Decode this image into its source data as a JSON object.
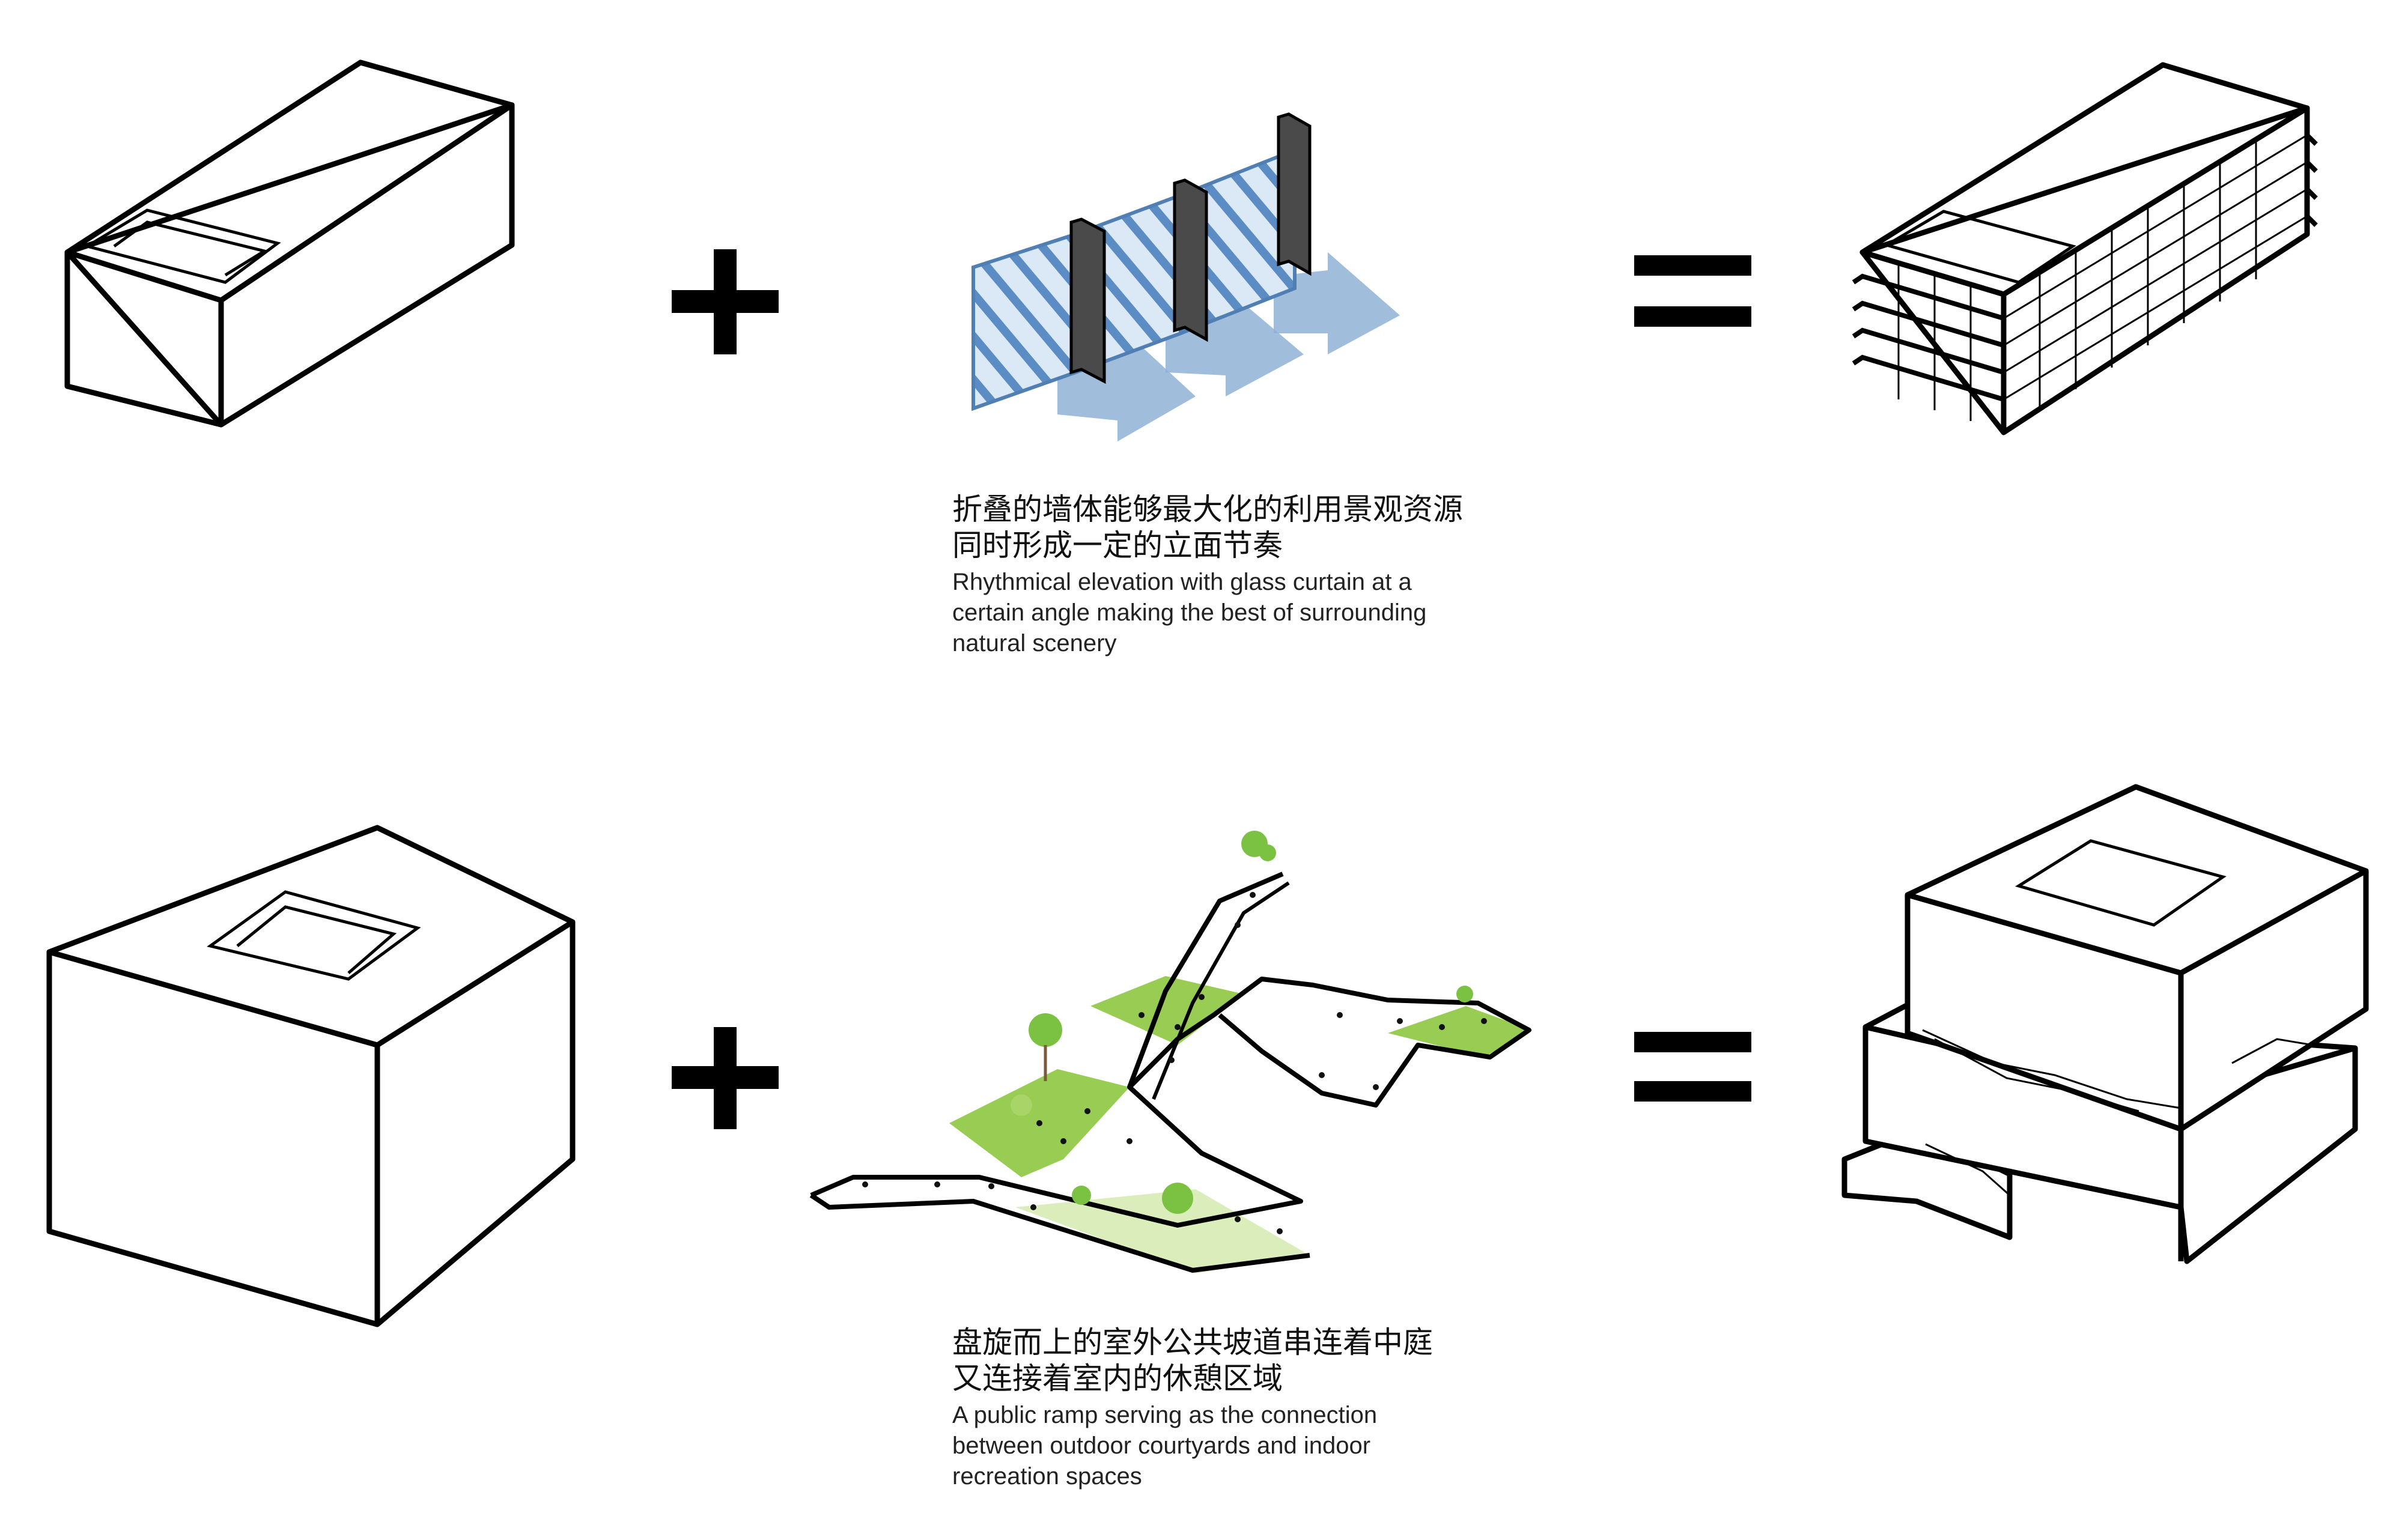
{
  "rows": [
    {
      "caption_cn_line1": "折叠的墙体能够最大化的利用景观资源",
      "caption_cn_line2": "同时形成一定的立面节奏",
      "caption_en_line1": "Rhythmical elevation with glass curtain at a",
      "caption_en_line2": "certain angle making the best of surrounding",
      "caption_en_line3": "natural scenery"
    },
    {
      "caption_cn_line1": "盘旋而上的室外公共坡道串连着中庭",
      "caption_cn_line2": "又连接着室内的休憩区域",
      "caption_en_line1": "A public ramp serving as the connection",
      "caption_en_line2": "between outdoor courtyards and indoor",
      "caption_en_line3": "recreation spaces"
    }
  ],
  "colors": {
    "line": "#000000",
    "glass_fill": "#c9dcef",
    "glass_stroke": "#4f7fb3",
    "arrow": "#8fb1d6",
    "fin": "#4a4a4a",
    "grass": "#8dc63f",
    "grass_light": "#d6ebb4",
    "tree": "#7cc242"
  }
}
